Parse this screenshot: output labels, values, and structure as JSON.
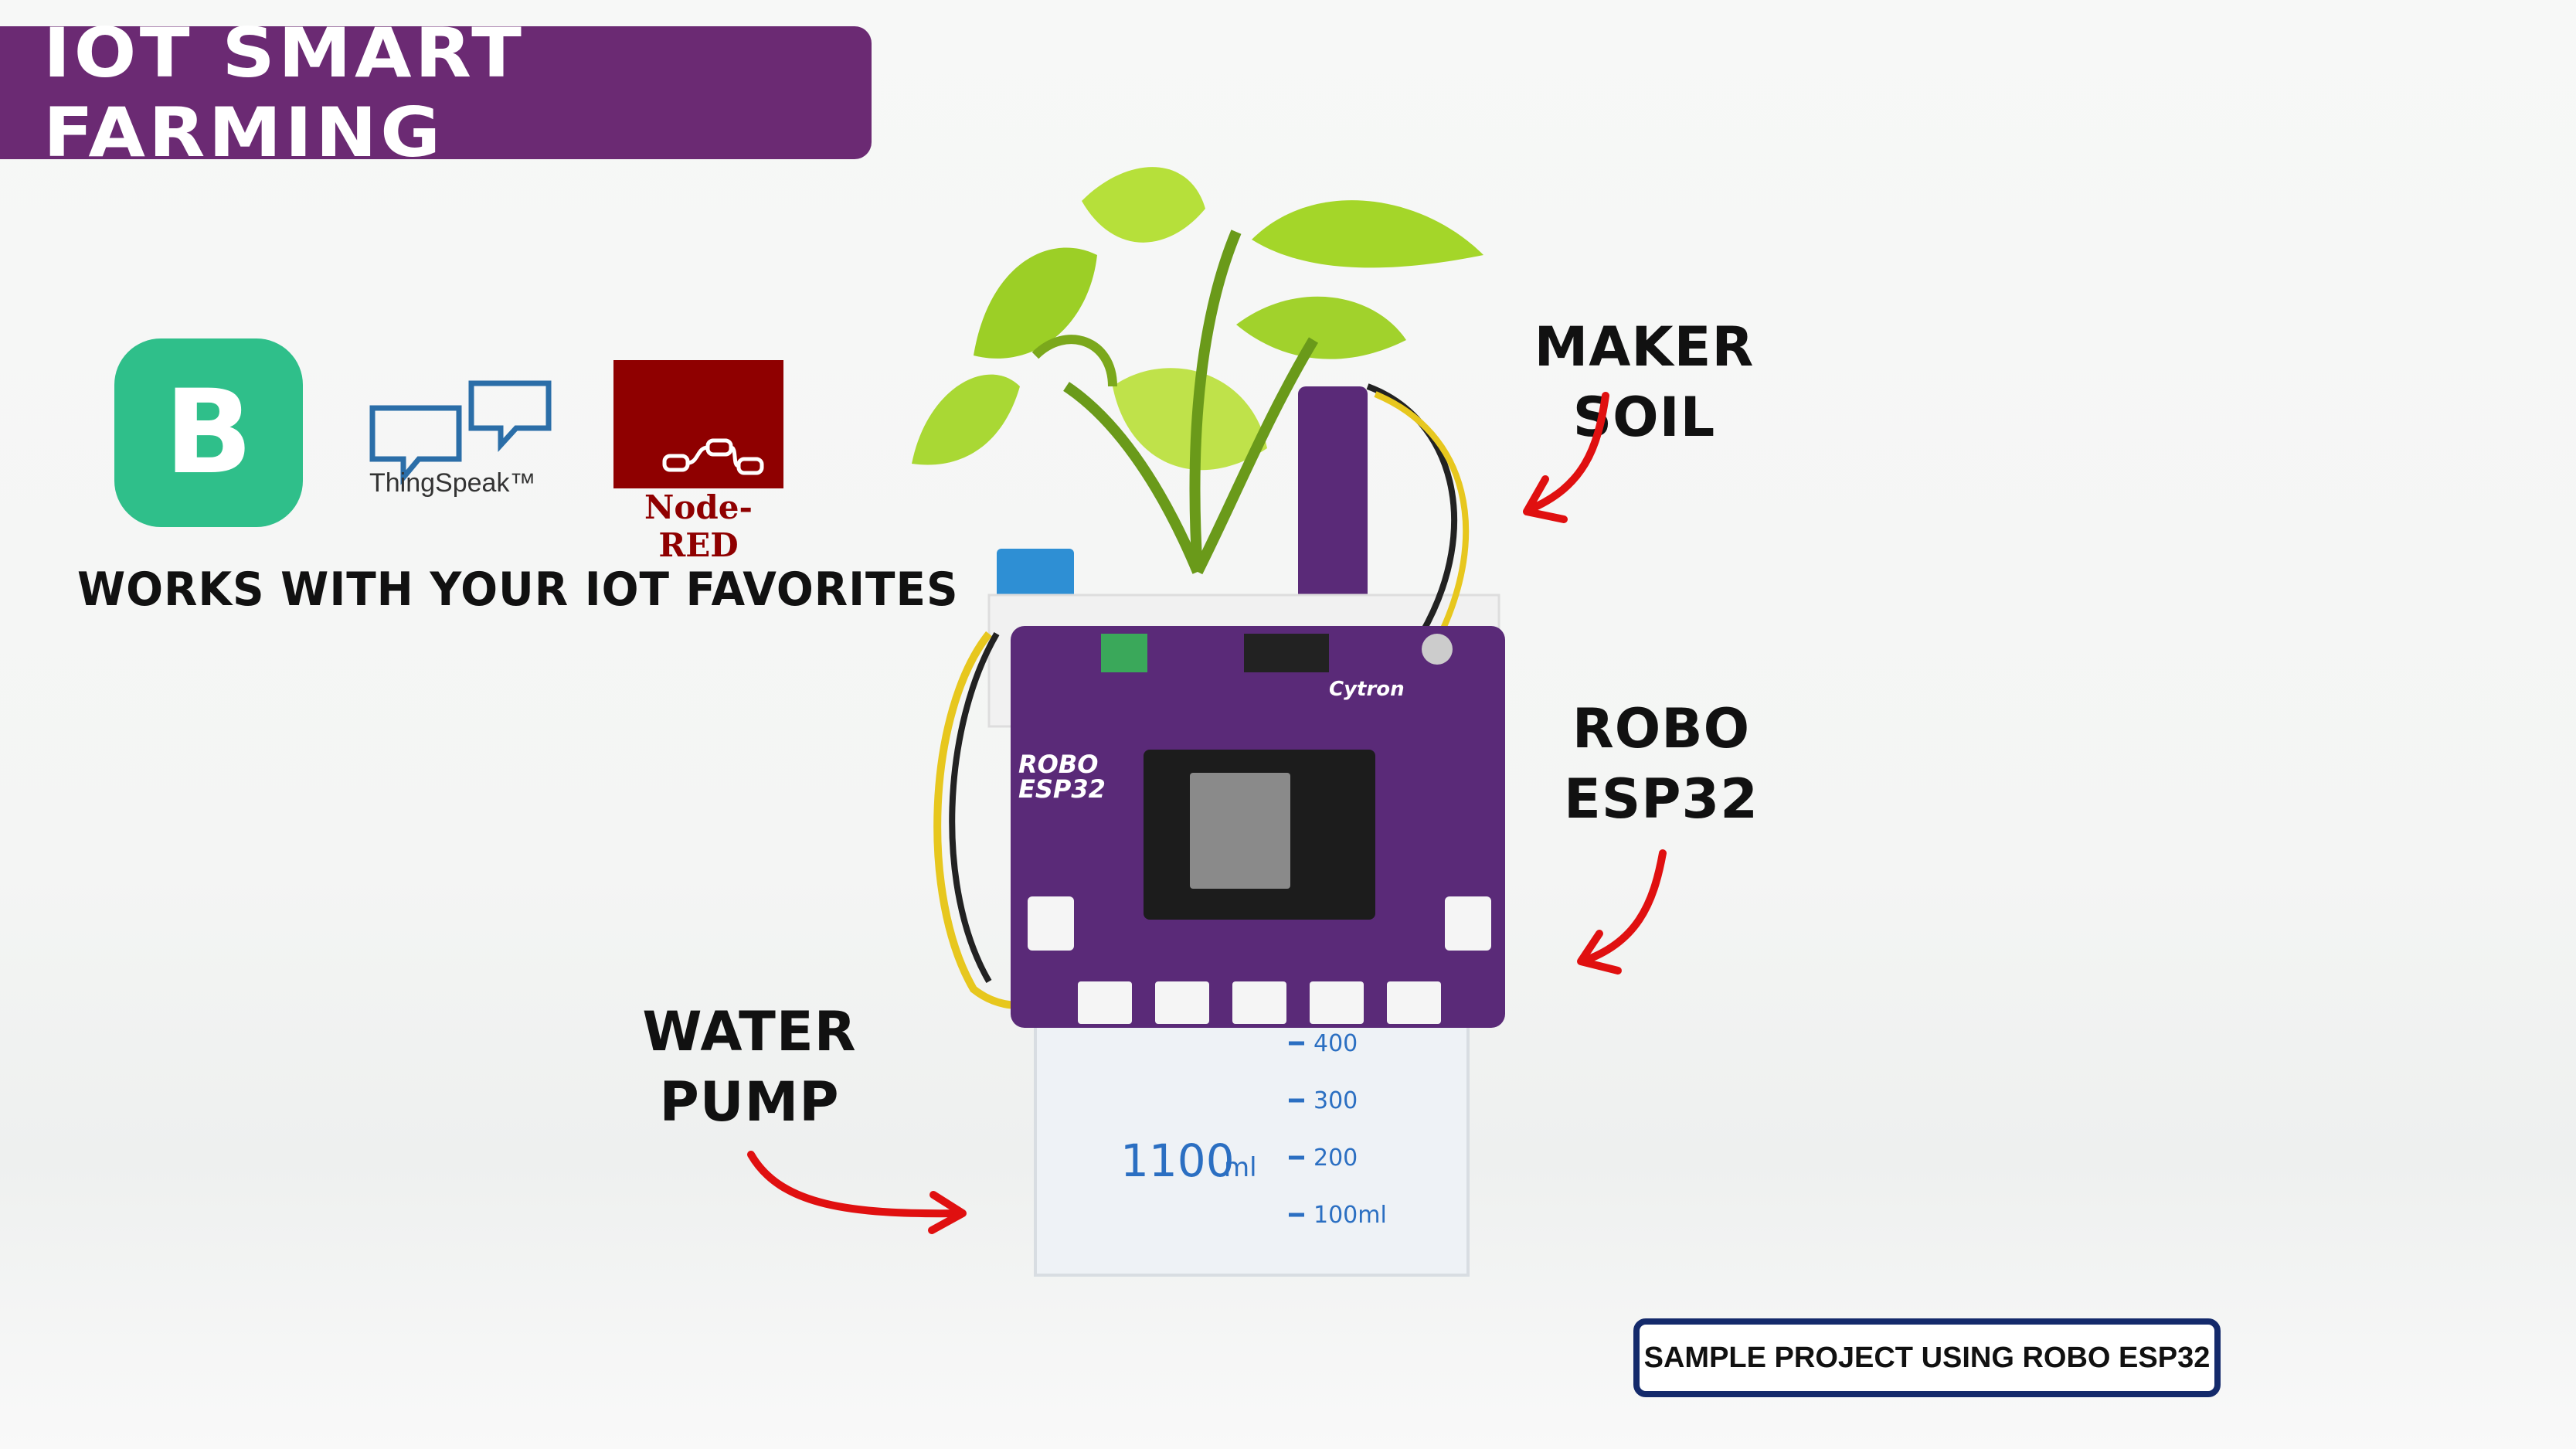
{
  "title": "IOT SMART FARMING",
  "logos": {
    "blynk_letter": "B",
    "thingspeak": "ThingSpeak™",
    "nodered": "Node-RED"
  },
  "tagline": "WORKS WITH YOUR IOT FAVORITES",
  "labels": {
    "maker_soil": "MAKER SOIL",
    "robo_line1": "ROBO",
    "robo_line2": "ESP32",
    "pump_line1": "WATER",
    "pump_line2": "PUMP"
  },
  "beaker": {
    "capacity": "1100",
    "unit": "ml",
    "marks": [
      "400",
      "300",
      "200",
      "100ml"
    ]
  },
  "board": {
    "brand": "Cytron",
    "model_line1": "ROBO",
    "model_line2": "ESP32"
  },
  "badge": "SAMPLE PROJECT USING ROBO ESP32",
  "colors": {
    "banner": "#6b2a73",
    "blynk": "#2fbf8a",
    "nodered": "#8f0000",
    "thingspeak": "#2b6ea8",
    "board": "#5a2a78",
    "arrow": "#e01010",
    "badge_border": "#142a6b"
  }
}
